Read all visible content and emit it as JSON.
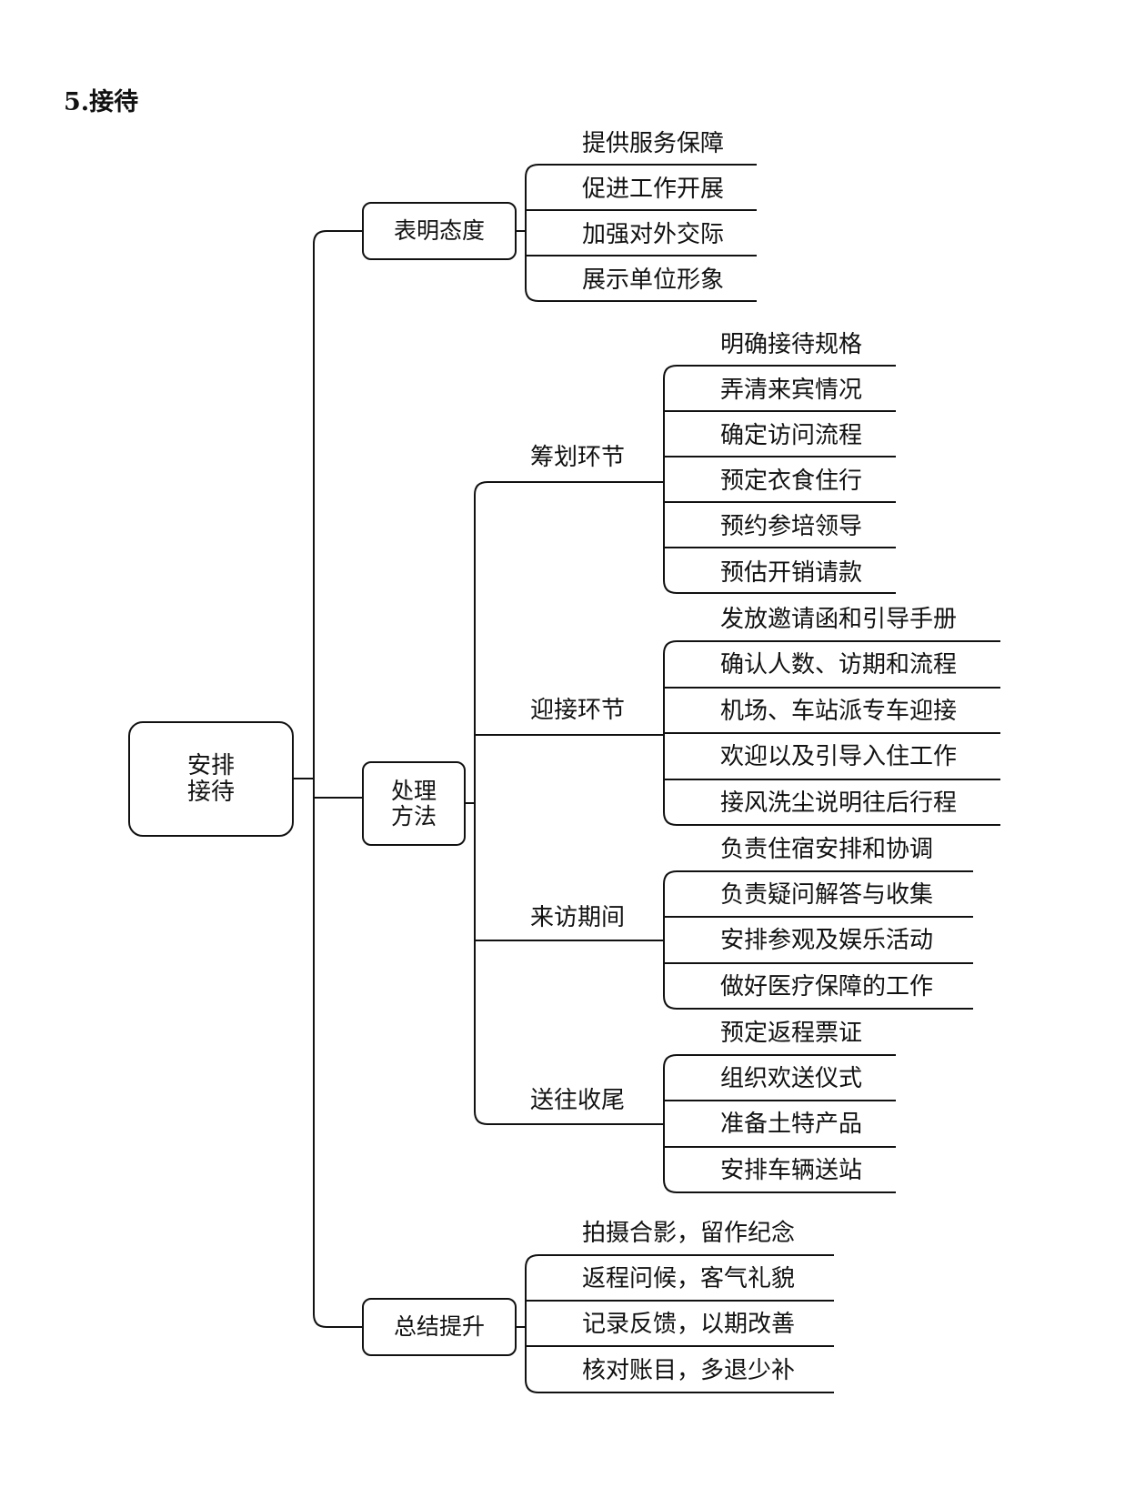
{
  "heading": "5.接待",
  "root": {
    "line1": "安排",
    "line2": "接待"
  },
  "branches": {
    "attitude": {
      "label": "表明态度",
      "items": [
        "提供服务保障",
        "促进工作开展",
        "加强对外交际",
        "展示单位形象"
      ]
    },
    "method": {
      "line1": "处理",
      "line2": "方法",
      "stages": [
        {
          "label": "筹划环节",
          "items": [
            "明确接待规格",
            "弄清来宾情况",
            "确定访问流程",
            "预定衣食住行",
            "预约参培领导",
            "预估开销请款"
          ]
        },
        {
          "label": "迎接环节",
          "items": [
            "发放邀请函和引导手册",
            "确认人数、访期和流程",
            "机场、车站派专车迎接",
            "欢迎以及引导入住工作",
            "接风洗尘说明往后行程"
          ]
        },
        {
          "label": "来访期间",
          "items": [
            "负责住宿安排和协调",
            "负责疑问解答与收集",
            "安排参观及娱乐活动",
            "做好医疗保障的工作"
          ]
        },
        {
          "label": "送往收尾",
          "items": [
            "预定返程票证",
            "组织欢送仪式",
            "准备土特产品",
            "安排车辆送站"
          ]
        }
      ]
    },
    "summary": {
      "label": "总结提升",
      "items": [
        "拍摄合影，留作纪念",
        "返程问候，客气礼貌",
        "记录反馈，以期改善",
        "核对账目，多退少补"
      ]
    }
  }
}
